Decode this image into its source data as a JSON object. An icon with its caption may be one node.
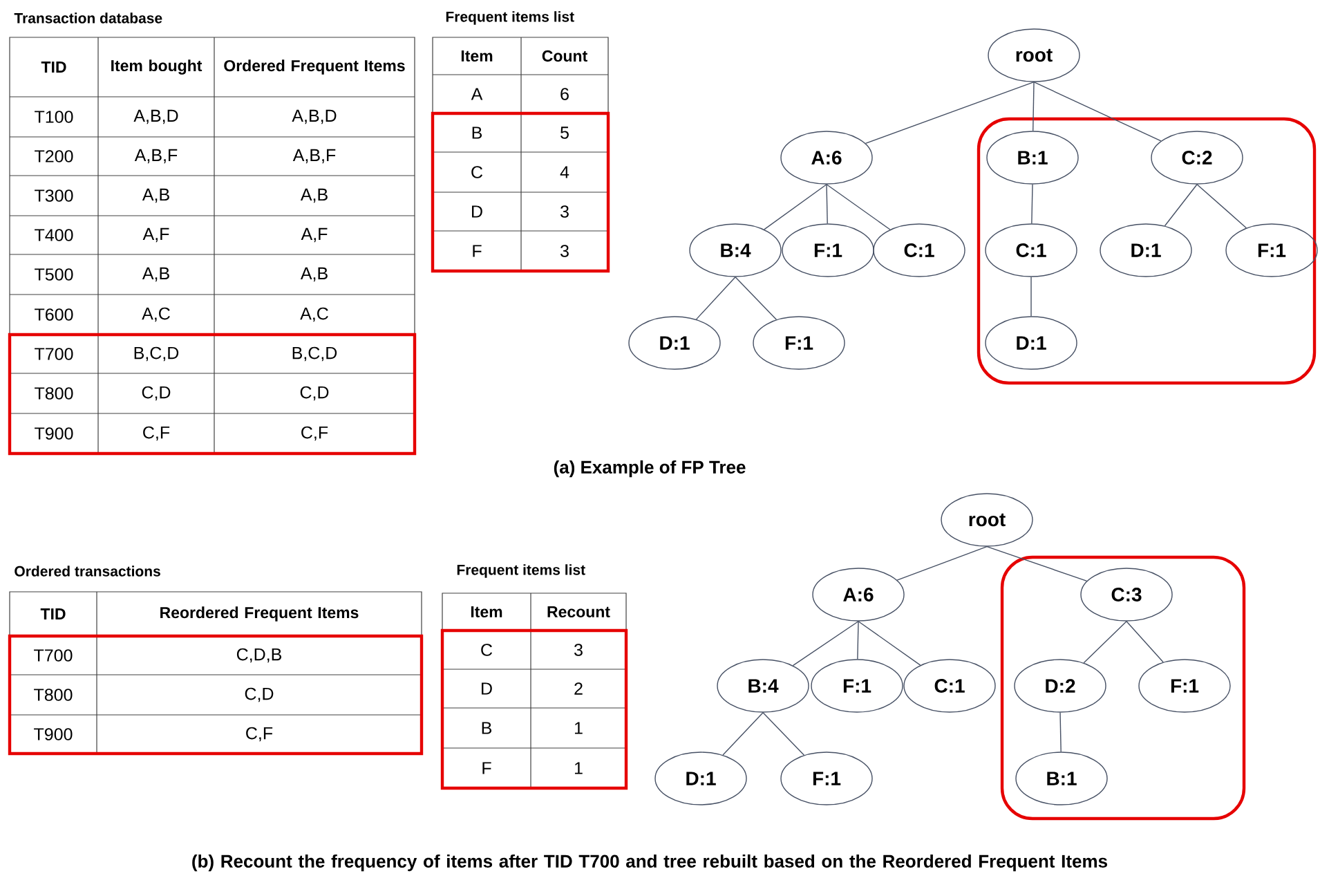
{
  "diagram": {
    "nodes": [
      {
        "text": [
          "root"
        ]
      },
      {
        "text": [
          "A:6"
        ]
      },
      {
        "text": [
          "B:1"
        ]
      },
      {
        "text": [
          "C:2"
        ]
      },
      {
        "text": [
          "B:4"
        ]
      },
      {
        "text": [
          "F:1"
        ]
      },
      {
        "text": [
          "C:1"
        ]
      },
      {
        "text": [
          "C:1"
        ]
      },
      {
        "text": [
          "D:1"
        ]
      },
      {
        "text": [
          "F:1"
        ]
      },
      {
        "text": [
          "D:1"
        ]
      },
      {
        "text": [
          "F:1"
        ]
      },
      {
        "text": [
          "D:1"
        ]
      },
      {
        "text": [
          "root"
        ]
      },
      {
        "text": [
          "A:6"
        ]
      },
      {
        "text": [
          "C:3"
        ]
      },
      {
        "text": [
          "B:4"
        ]
      },
      {
        "text": [
          "F:1"
        ]
      },
      {
        "text": [
          "C:1"
        ]
      },
      {
        "text": [
          "D:2"
        ]
      },
      {
        "text": [
          "F:1"
        ]
      },
      {
        "text": [
          "D:1"
        ]
      },
      {
        "text": [
          "F:1"
        ]
      },
      {
        "text": [
          "B:1"
        ]
      }
    ],
    "edges": [
      {
        "from": 0,
        "to": 1,
        "arrow": "none"
      },
      {
        "from": 0,
        "to": 2,
        "arrow": "none"
      },
      {
        "from": 0,
        "to": 3,
        "arrow": "none"
      },
      {
        "from": 1,
        "to": 4,
        "arrow": "none"
      },
      {
        "from": 1,
        "to": 5,
        "arrow": "none"
      },
      {
        "from": 1,
        "to": 6,
        "arrow": "none"
      },
      {
        "from": 2,
        "to": 7,
        "arrow": "none"
      },
      {
        "from": 3,
        "to": 8,
        "arrow": "none"
      },
      {
        "from": 3,
        "to": 9,
        "arrow": "none"
      },
      {
        "from": 4,
        "to": 10,
        "arrow": "none"
      },
      {
        "from": 4,
        "to": 11,
        "arrow": "none"
      },
      {
        "from": 7,
        "to": 12,
        "arrow": "none"
      },
      {
        "from": 13,
        "to": 14,
        "arrow": "none"
      },
      {
        "from": 13,
        "to": 15,
        "arrow": "none"
      },
      {
        "from": 14,
        "to": 16,
        "arrow": "none"
      },
      {
        "from": 14,
        "to": 17,
        "arrow": "none"
      },
      {
        "from": 14,
        "to": 18,
        "arrow": "none"
      },
      {
        "from": 15,
        "to": 19,
        "arrow": "none"
      },
      {
        "from": 15,
        "to": 20,
        "arrow": "none"
      },
      {
        "from": 16,
        "to": 21,
        "arrow": "none"
      },
      {
        "from": 16,
        "to": 22,
        "arrow": "none"
      },
      {
        "from": 19,
        "to": 23,
        "arrow": "none"
      }
    ],
    "labels": [
      "Transaction database",
      "Frequent items list",
      "TID",
      "Item bought",
      "Ordered Frequent Items",
      "T100",
      "A,B,D",
      "A,B,D",
      "T200",
      "A,B,F",
      "A,B,F",
      "T300",
      "A,B",
      "A,B",
      "T400",
      "A,F",
      "A,F",
      "T500",
      "A,B",
      "A,B",
      "T600",
      "A,C",
      "A,C",
      "T700",
      "B,C,D",
      "B,C,D",
      "T800",
      "C,D",
      "C,D",
      "T900",
      "C,F",
      "C,F",
      "Item",
      "Count",
      "A",
      "6",
      "B",
      "5",
      "C",
      "4",
      "D",
      "3",
      "F",
      "3",
      "(a) Example of FP Tree",
      "Ordered transactions",
      "Frequent items list",
      "TID",
      "Reordered Frequent Items",
      "T700",
      "C,D,B",
      "T800",
      "C,D",
      "T900",
      "C,F",
      "Item",
      "Recount",
      "C",
      "3",
      "D",
      "2",
      "B",
      "1",
      "F",
      "1",
      "(b) Recount the frequency of items after TID T700 and tree rebuilt based on the Reordered Frequent Items"
    ]
  }
}
